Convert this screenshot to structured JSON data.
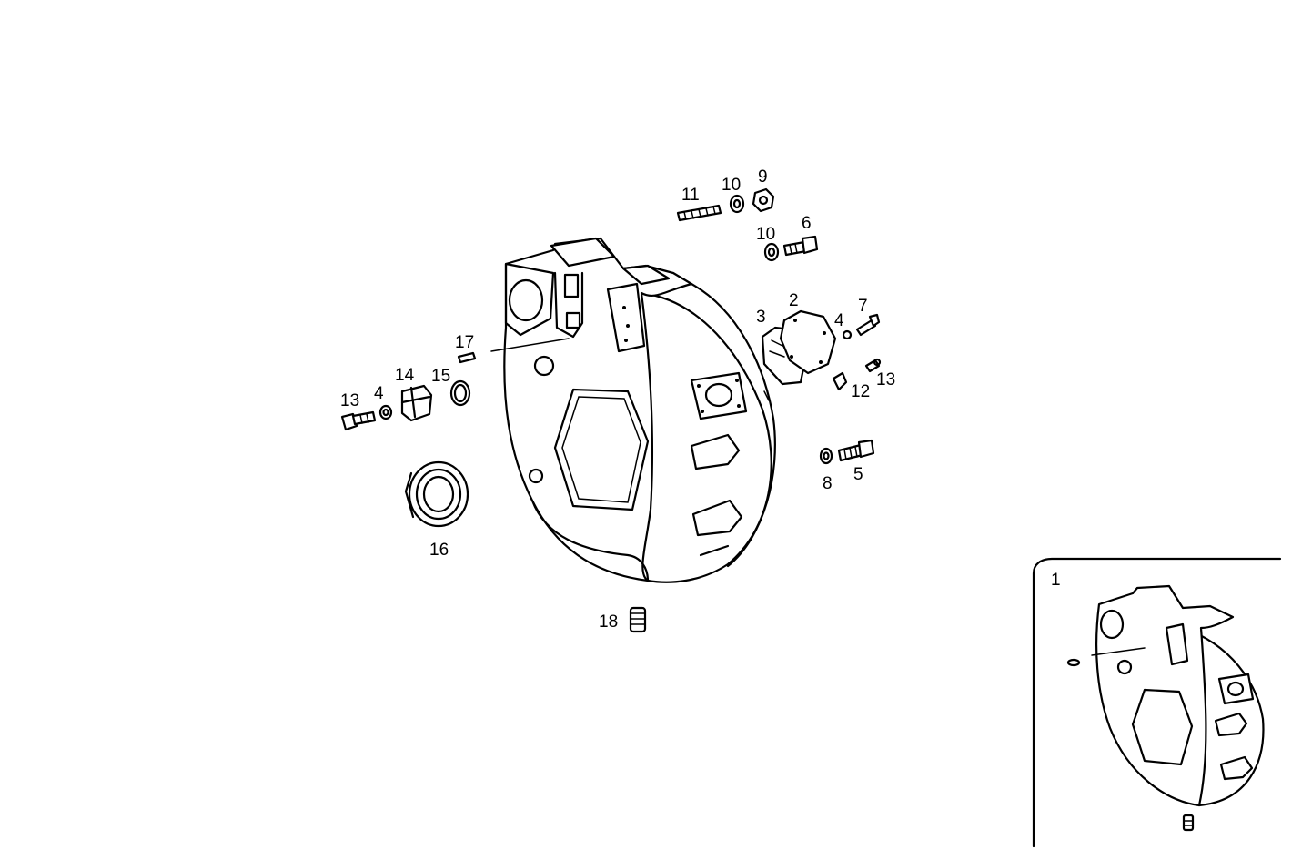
{
  "callouts": {
    "c1": "1",
    "c2": "2",
    "c3": "3",
    "c4a": "4",
    "c4b": "4",
    "c5": "5",
    "c6": "6",
    "c7": "7",
    "c8": "8",
    "c9": "9",
    "c10a": "10",
    "c10b": "10",
    "c11": "11",
    "c12": "12",
    "c13a": "13",
    "c13b": "13",
    "c14": "14",
    "c15": "15",
    "c16": "16",
    "c17": "17",
    "c18": "18"
  }
}
